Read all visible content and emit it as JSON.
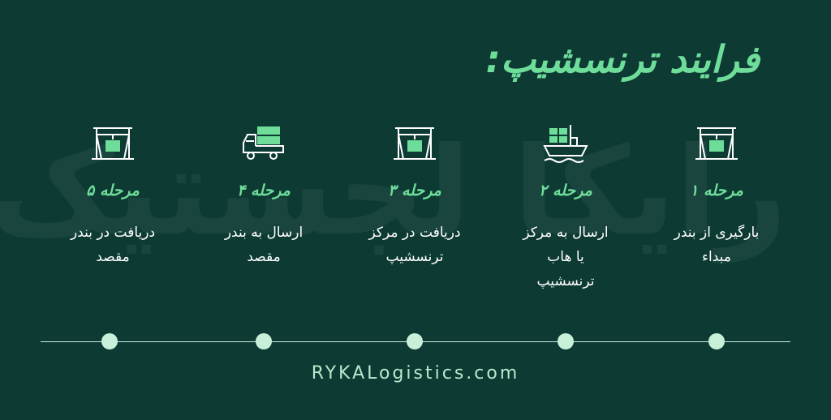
{
  "watermark": "رایکا لجستیک",
  "title": "فرایند ترنسشیپ:",
  "steps": [
    {
      "label": "مرحله ۱",
      "desc_line1": "بارگیری از بندر",
      "desc_line2": "مبداء",
      "desc_line3": "",
      "icon": "port-crane-icon"
    },
    {
      "label": "مرحله ۲",
      "desc_line1": "ارسال به مرکز",
      "desc_line2": "یا هاب",
      "desc_line3": "ترنسشیپ",
      "icon": "cargo-ship-icon"
    },
    {
      "label": "مرحله ۳",
      "desc_line1": "دریافت در مرکز",
      "desc_line2": "ترنسشیپ",
      "desc_line3": "",
      "icon": "port-crane-icon"
    },
    {
      "label": "مرحله ۴",
      "desc_line1": "ارسال به بندر",
      "desc_line2": "مقصد",
      "desc_line3": "",
      "icon": "container-truck-icon"
    },
    {
      "label": "مرحله ۵",
      "desc_line1": "دریافت در بندر",
      "desc_line2": "مقصد",
      "desc_line3": "",
      "icon": "port-crane-icon"
    }
  ],
  "footer": "RYKALogistics.com",
  "colors": {
    "background": "#0d3b34",
    "accent": "#6fdd9a",
    "text": "#ffffff"
  }
}
